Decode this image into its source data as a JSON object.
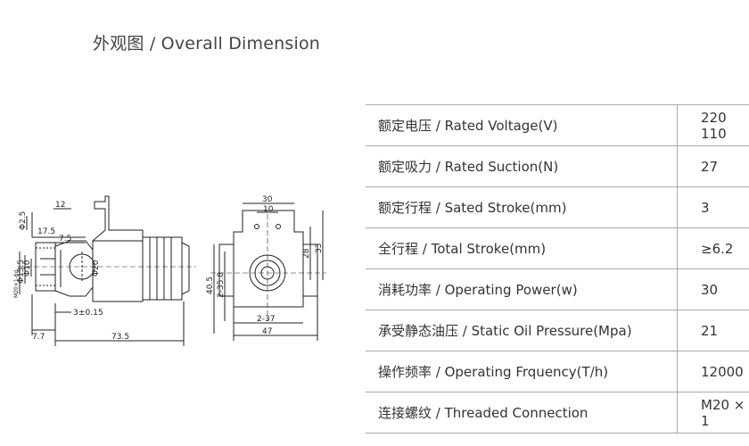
{
  "header": {
    "title": "外观图 / Overall Dimension"
  },
  "drawing": {
    "side_dims": {
      "d25": "Φ2.5",
      "d12": "12",
      "d175": "17.5",
      "d75": "7.5",
      "m": "M20×1-6g",
      "d135": "Φ13.5",
      "d10": "Φ10",
      "d20": "Φ20",
      "d3": "3",
      "pm015": "±0.15",
      "d77": "7.7",
      "d735": "73.5"
    },
    "front_dims": {
      "d30": "30",
      "d10": "10",
      "d28": "28",
      "d33": "33",
      "d405": "40.5",
      "d358": "2-35.8",
      "d237": "2-37",
      "d47": "47"
    }
  },
  "specs": [
    {
      "label": "额定电压 / Rated Voltage(V)",
      "value": "220  110"
    },
    {
      "label": "额定吸力 / Rated Suction(N)",
      "value": "27"
    },
    {
      "label": "额定行程 / Sated Stroke(mm)",
      "value": "3"
    },
    {
      "label": "全行程 / Total Stroke(mm)",
      "value": "≥6.2"
    },
    {
      "label": "消耗功率 / Operating Power(w)",
      "value": "30"
    },
    {
      "label": "承受静态油压 / Static Oil Pressure(Mpa)",
      "value": "21"
    },
    {
      "label": "操作频率 / Operating Frquency(T/h)",
      "value": "12000"
    },
    {
      "label": "连接螺纹 / Threaded Connection",
      "value": "M20 × 1"
    }
  ]
}
